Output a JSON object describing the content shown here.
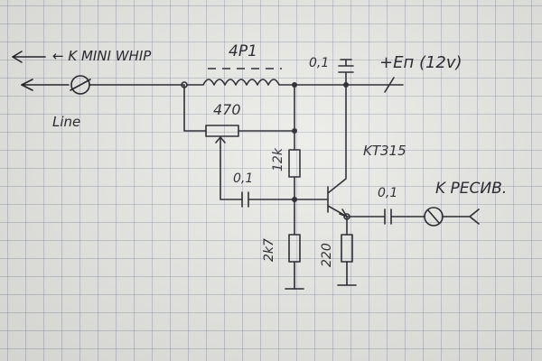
{
  "notes": {
    "antenna_link": "← K MINI WHIP",
    "line": "Line",
    "inductor": "4P1",
    "pot": "470",
    "cap_supply": "0,1",
    "supply": "+Eп (12v)",
    "r_upper": "12k",
    "transistor": "KT315",
    "cap_input": "0,1",
    "cap_output": "0,1",
    "receiver": "K PECИВ.",
    "r_lower": "2k7",
    "r_emitter": "220"
  },
  "icons": {
    "coax_left": "coax-connector-icon",
    "coax_right": "coax-connector-icon",
    "ground": "ground-icon"
  },
  "colors": {
    "ink": "#1d1d24",
    "paper": "#ebebe8",
    "grid": "#7882968c"
  }
}
